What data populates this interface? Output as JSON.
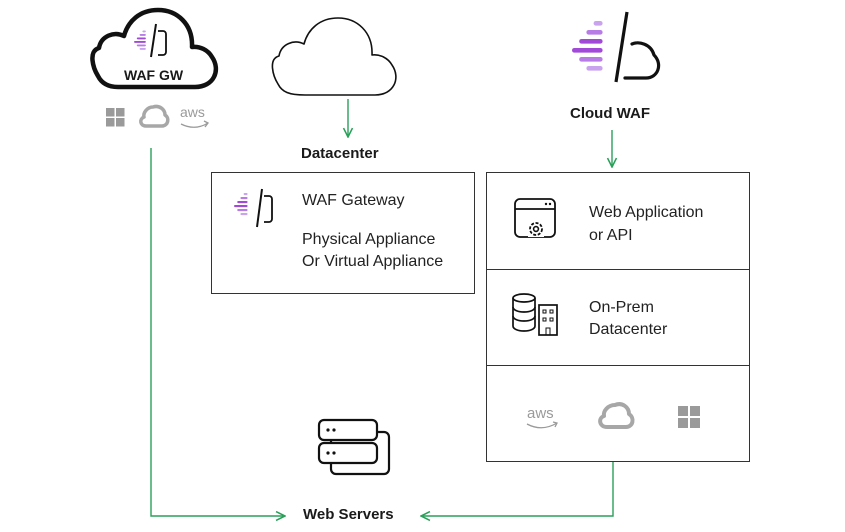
{
  "waf_gw": {
    "title": "WAF GW",
    "providers": [
      "microsoft-icon",
      "google-cloud-icon",
      "aws-icon"
    ],
    "aws_text": "aws"
  },
  "datacenter": {
    "title": "Datacenter",
    "box": {
      "name": "WAF Gateway",
      "line1": "Physical Appliance",
      "line2": "Or Virtual Appliance"
    }
  },
  "cloud_waf": {
    "title": "Cloud WAF",
    "rows": [
      {
        "icon": "web-app-gear-icon",
        "line1": "Web Application",
        "line2": "or API"
      },
      {
        "icon": "database-server-icon",
        "line1": "On-Prem",
        "line2": "Datacenter"
      }
    ],
    "providers": [
      "aws-icon",
      "google-cloud-icon",
      "microsoft-icon"
    ],
    "aws_text": "aws"
  },
  "web_servers": {
    "title": "Web Servers"
  },
  "colors": {
    "connector": "#2aa05a",
    "brand_purple": "#a24ad8",
    "outline": "#1a1a1a"
  }
}
